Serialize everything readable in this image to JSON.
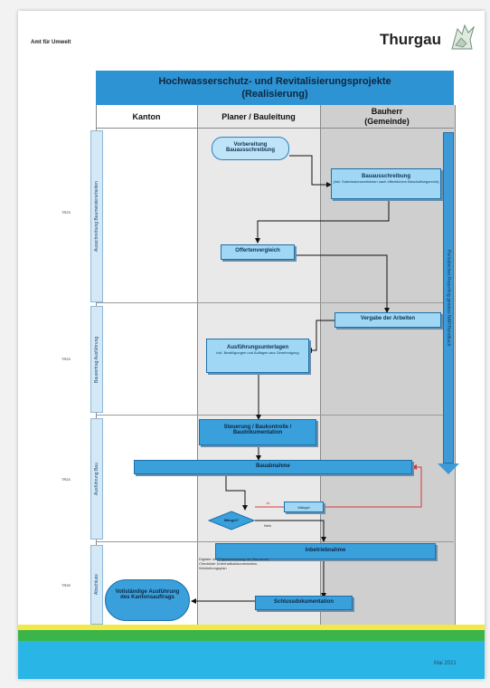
{
  "header": {
    "department": "Amt für Umwelt",
    "brand": "Thurgau",
    "brand_icon": "thurgau-lion-icon"
  },
  "title": {
    "line1": "Hochwasserschutz- und Revitalisierungsprojekte",
    "line2": "(Realisierung)"
  },
  "columns": {
    "kanton": "Kanton",
    "planer": "Planer / Bauleitung",
    "bauherr_line1": "Bauherr",
    "bauherr_line2": "(Gemeinde)"
  },
  "phases": [
    {
      "label": "Ausschreibung Baumeisterarbeiten",
      "mark": "TR23"
    },
    {
      "label": "Bauvertrag Ausführung",
      "mark": "TR23"
    },
    {
      "label": "Ausführung Bau",
      "mark": "TR24"
    },
    {
      "label": "Abschluss",
      "mark": "TR25"
    }
  ],
  "side_arrow": "Periodisches Reporting gemäss NAP/Handbuch",
  "flow": {
    "vorbereitung": "Vorbereitung Bauausschreibung",
    "bauausschreibung": "Bauausschreibung",
    "bauausschreibung_sub": "(inkl. Submissionsverfahren nach öffentlichem Beschaffungsrecht)",
    "offertenvergleich": "Offertenvergleich",
    "vergabe": "Vergabe der Arbeiten",
    "ausfuehrungsunterlagen": "Ausführungsunterlagen",
    "ausfuehrungsunterlagen_sub": "inkl. Bewilligungen und Auflagen aus Genehmigung",
    "steuerung": "Steuerung / Baukontrolle / Baudokumentation",
    "bauabnahme": "Bauabnahme",
    "maengel": "Mängel",
    "maengel_question": "Mängel?",
    "ja": "Ja",
    "nein": "Nein",
    "inbetriebnahme": "Inbetriebnahme",
    "schlussdokumentation": "Schlussdokumentation",
    "ausfuehrung_kanton": "Vollständige Ausführung des Kantonsauftrags"
  },
  "notes": "Digitale und Papiererfassung der Bauwerke, Checkliste Unterhaltsdokumentation, Werkleitungsplan",
  "footer": {
    "date": "Mai 2021"
  },
  "colors": {
    "title_bar": "#2e93d3",
    "box": "#9fd7f4",
    "box_dark": "#3aa0dc",
    "band_yellow": "#f2e84a",
    "band_green": "#3bb54a",
    "band_blue": "#29b6e6"
  }
}
